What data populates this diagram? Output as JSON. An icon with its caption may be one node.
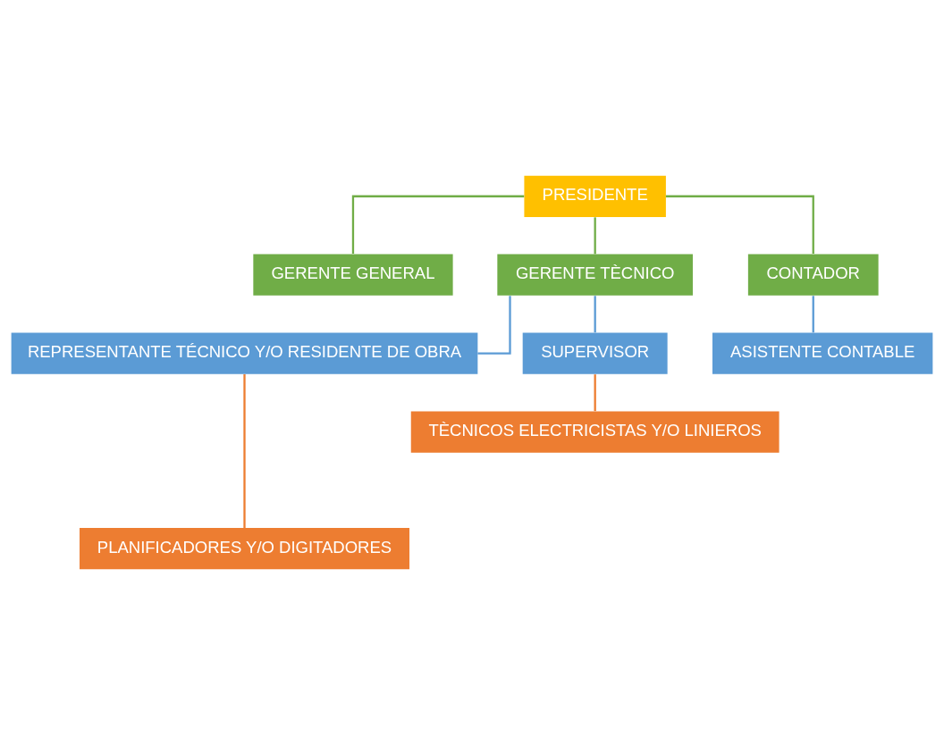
{
  "diagram": {
    "nodes": [
      {
        "text": [
          "PRESIDENTE"
        ]
      },
      {
        "text": [
          "GERENTE GENERAL"
        ]
      },
      {
        "text": [
          "GERENTE TÈCNICO"
        ]
      },
      {
        "text": [
          "REPRESENTANTE TÉCNICO Y/O RESIDENTE DE OBRA"
        ]
      },
      {
        "text": [
          "SUPERVISOR"
        ]
      },
      {
        "text": [
          "TÈCNICOS ELECTRICISTAS Y/O LINIEROS"
        ]
      },
      {
        "text": [
          "PLANIFICADORES Y/O DIGITADORES"
        ]
      },
      {
        "text": [
          "CONTADOR"
        ]
      },
      {
        "text": [
          "ASISTENTE CONTABLE"
        ]
      }
    ],
    "edges": [
      {
        "from": 0,
        "to": 1,
        "arrow": "none",
        "color": "#70ad47"
      },
      {
        "from": 0,
        "to": 2,
        "arrow": "none",
        "color": "#70ad47"
      },
      {
        "from": 2,
        "to": 3,
        "arrow": "none",
        "color": "#5b9bd5"
      },
      {
        "from": 2,
        "to": 4,
        "arrow": "none",
        "color": "#5b9bd5"
      },
      {
        "from": 4,
        "to": 5,
        "arrow": "none",
        "color": "#ed7d31"
      },
      {
        "from": 3,
        "to": 6,
        "arrow": "none",
        "color": "#ed7d31"
      },
      {
        "from": 0,
        "to": 7,
        "arrow": "none",
        "color": "#70ad47"
      },
      {
        "from": 7,
        "to": 8,
        "arrow": "none",
        "color": "#5b9bd5"
      }
    ]
  }
}
